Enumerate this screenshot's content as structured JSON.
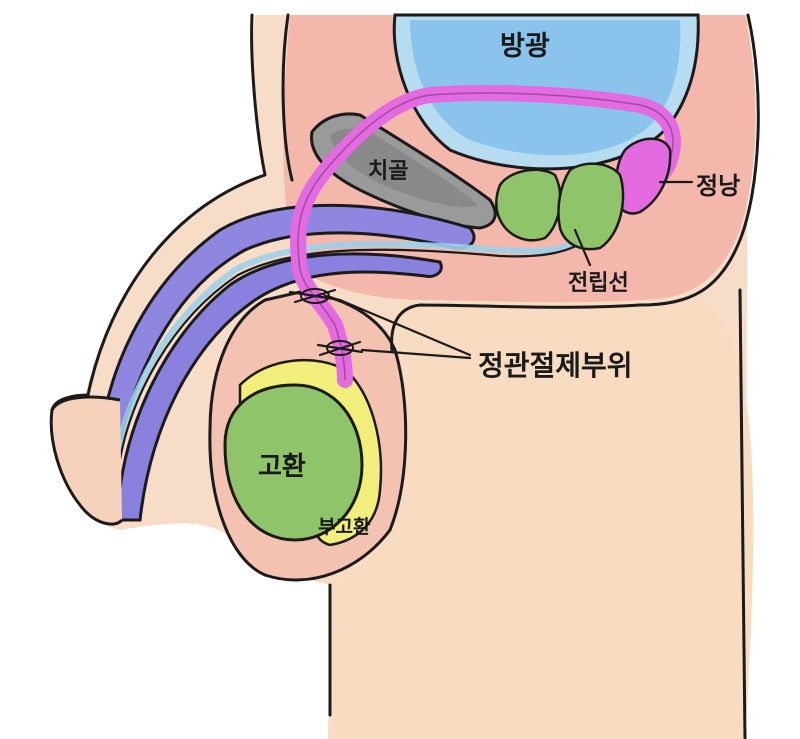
{
  "labels": {
    "bladder": "방광",
    "pubic_bone": "치골",
    "seminal_vesicle": "정낭",
    "prostate": "전립선",
    "vasectomy_site": "정관절제부위",
    "testis": "고환",
    "epididymis": "부고환"
  },
  "colors": {
    "skin": "#f6d8c4",
    "skin_dark": "#eeb9a6",
    "bladder_water": "#8fc8ee",
    "vas_deferens": "#e46ae0",
    "glands": "#8cc46a",
    "urethra_tissue": "#8c86e0",
    "testis": "#92c76d",
    "epididymis": "#f3ef84",
    "bone": "#8e8e8e"
  }
}
